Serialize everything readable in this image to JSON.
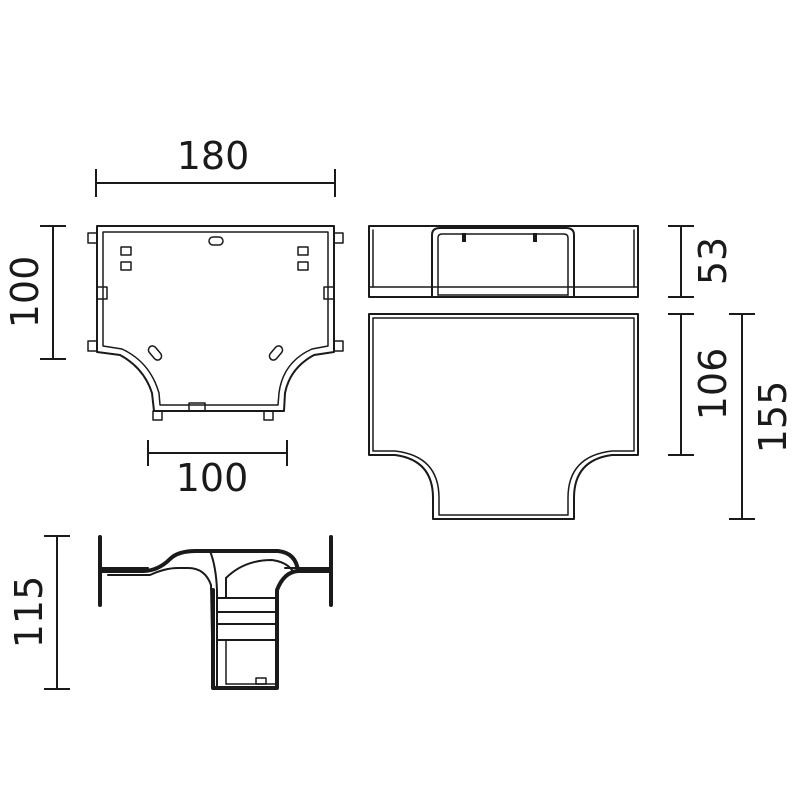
{
  "dimensions": {
    "top_width": "180",
    "top_height": "100",
    "bottom_width": "100",
    "front_height": "53",
    "side_height_inner": "106",
    "side_height_total": "155",
    "section_height": "115"
  }
}
